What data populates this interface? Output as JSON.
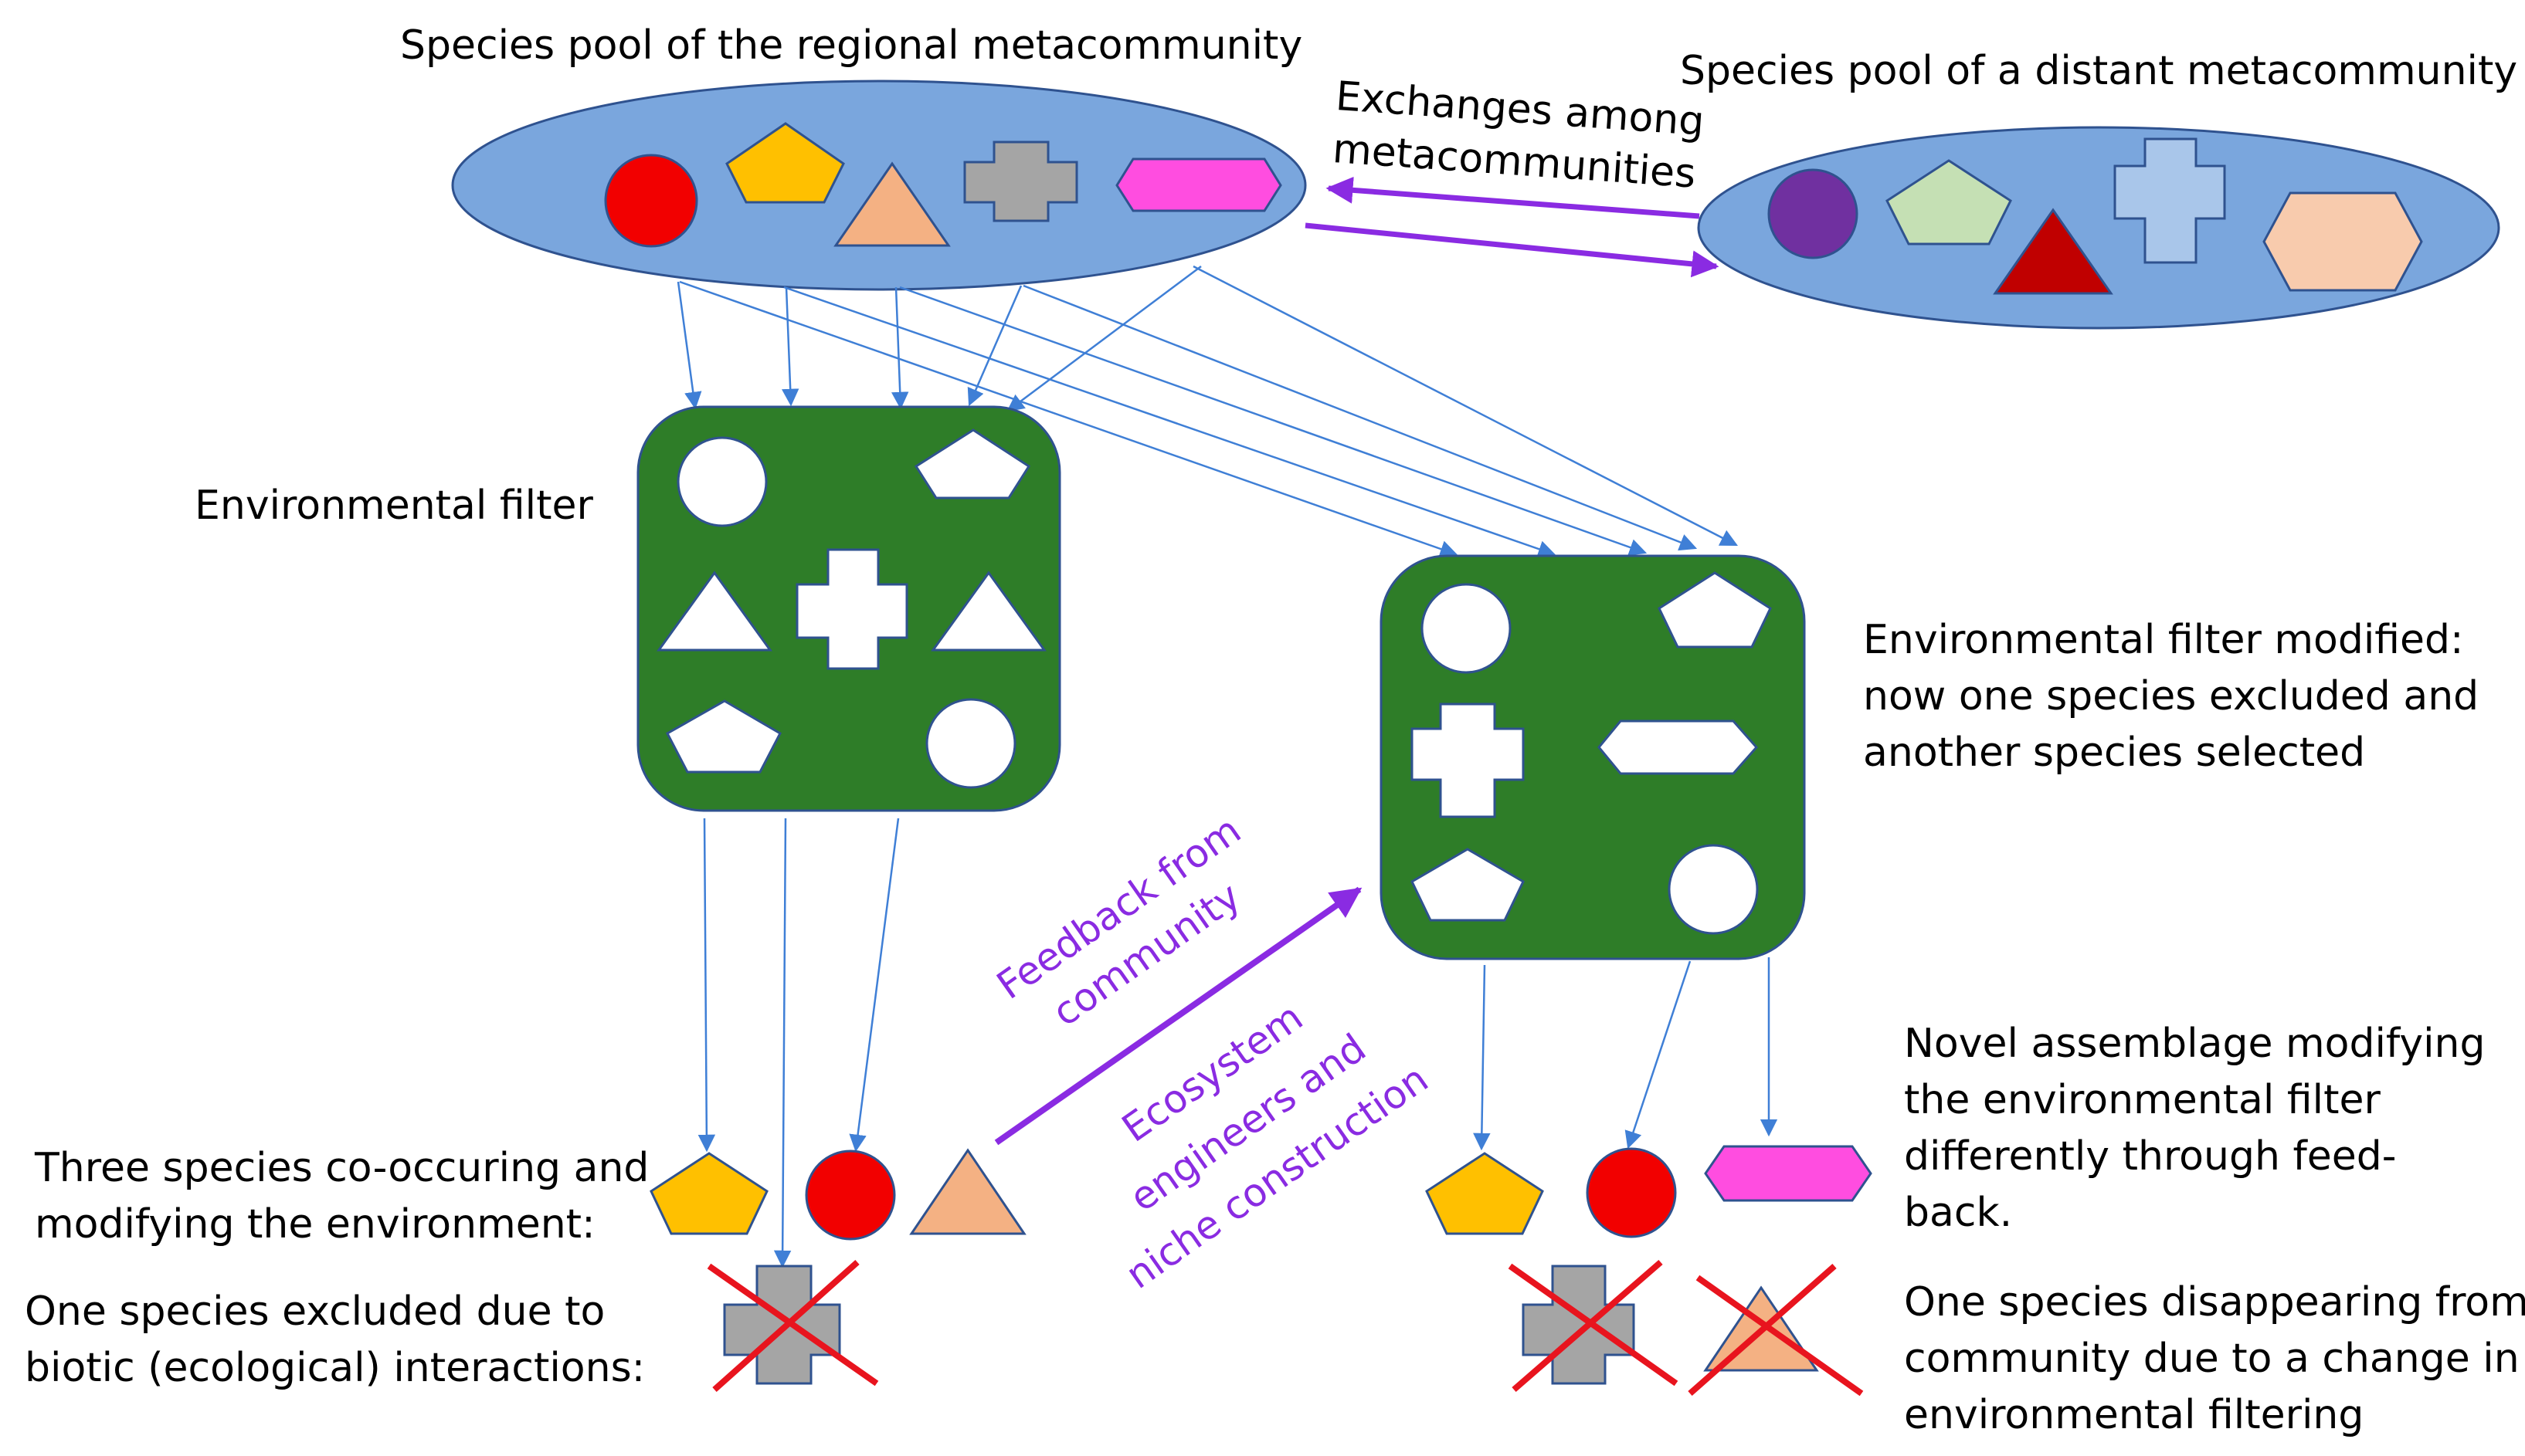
{
  "labels": {
    "regional_pool": "Species pool of the regional metacommunity",
    "distant_pool": "Species pool of a distant metacommunity",
    "exchanges_line1": "Exchanges among",
    "exchanges_line2": "metacommunities",
    "env_filter": "Environmental filter",
    "env_filter_modified_1": "Environmental filter modified:",
    "env_filter_modified_2": "now one species excluded and",
    "env_filter_modified_3": "another species selected",
    "feedback_1": "Feedback from",
    "feedback_2": "community",
    "engineers_1": "Ecosystem",
    "engineers_2": "engineers and",
    "engineers_3": "niche construction",
    "three_species_1": "Three species co-occuring and",
    "three_species_2": "modifying the environment:",
    "one_excluded_1": "One species excluded due to",
    "one_excluded_2": "biotic (ecological) interactions:",
    "novel_1": "Novel assemblage modifying",
    "novel_2": "the environmental filter",
    "novel_3": "differently through feed-",
    "novel_4": "back.",
    "disappearing_1": "One species disappearing from",
    "disappearing_2": "community due to a change in",
    "disappearing_3": "environmental filtering"
  },
  "colors": {
    "pool_fill": "#7aa6dd",
    "filter_green": "#2e7d28",
    "arrow_blue": "#3f7fd6",
    "arrow_purple": "#8a2be2",
    "cross_red": "#e8141e",
    "species_red": "#f20000",
    "species_yellow": "#ffc000",
    "species_salmon": "#f4b183",
    "species_gray": "#a5a5a5",
    "species_magenta": "#ff4de0",
    "distant_purple": "#7030a0",
    "distant_lightgreen": "#c5e0b4",
    "distant_darkred": "#c00000",
    "distant_lightblue": "#a9c6ea",
    "distant_peach": "#f8cbad"
  }
}
